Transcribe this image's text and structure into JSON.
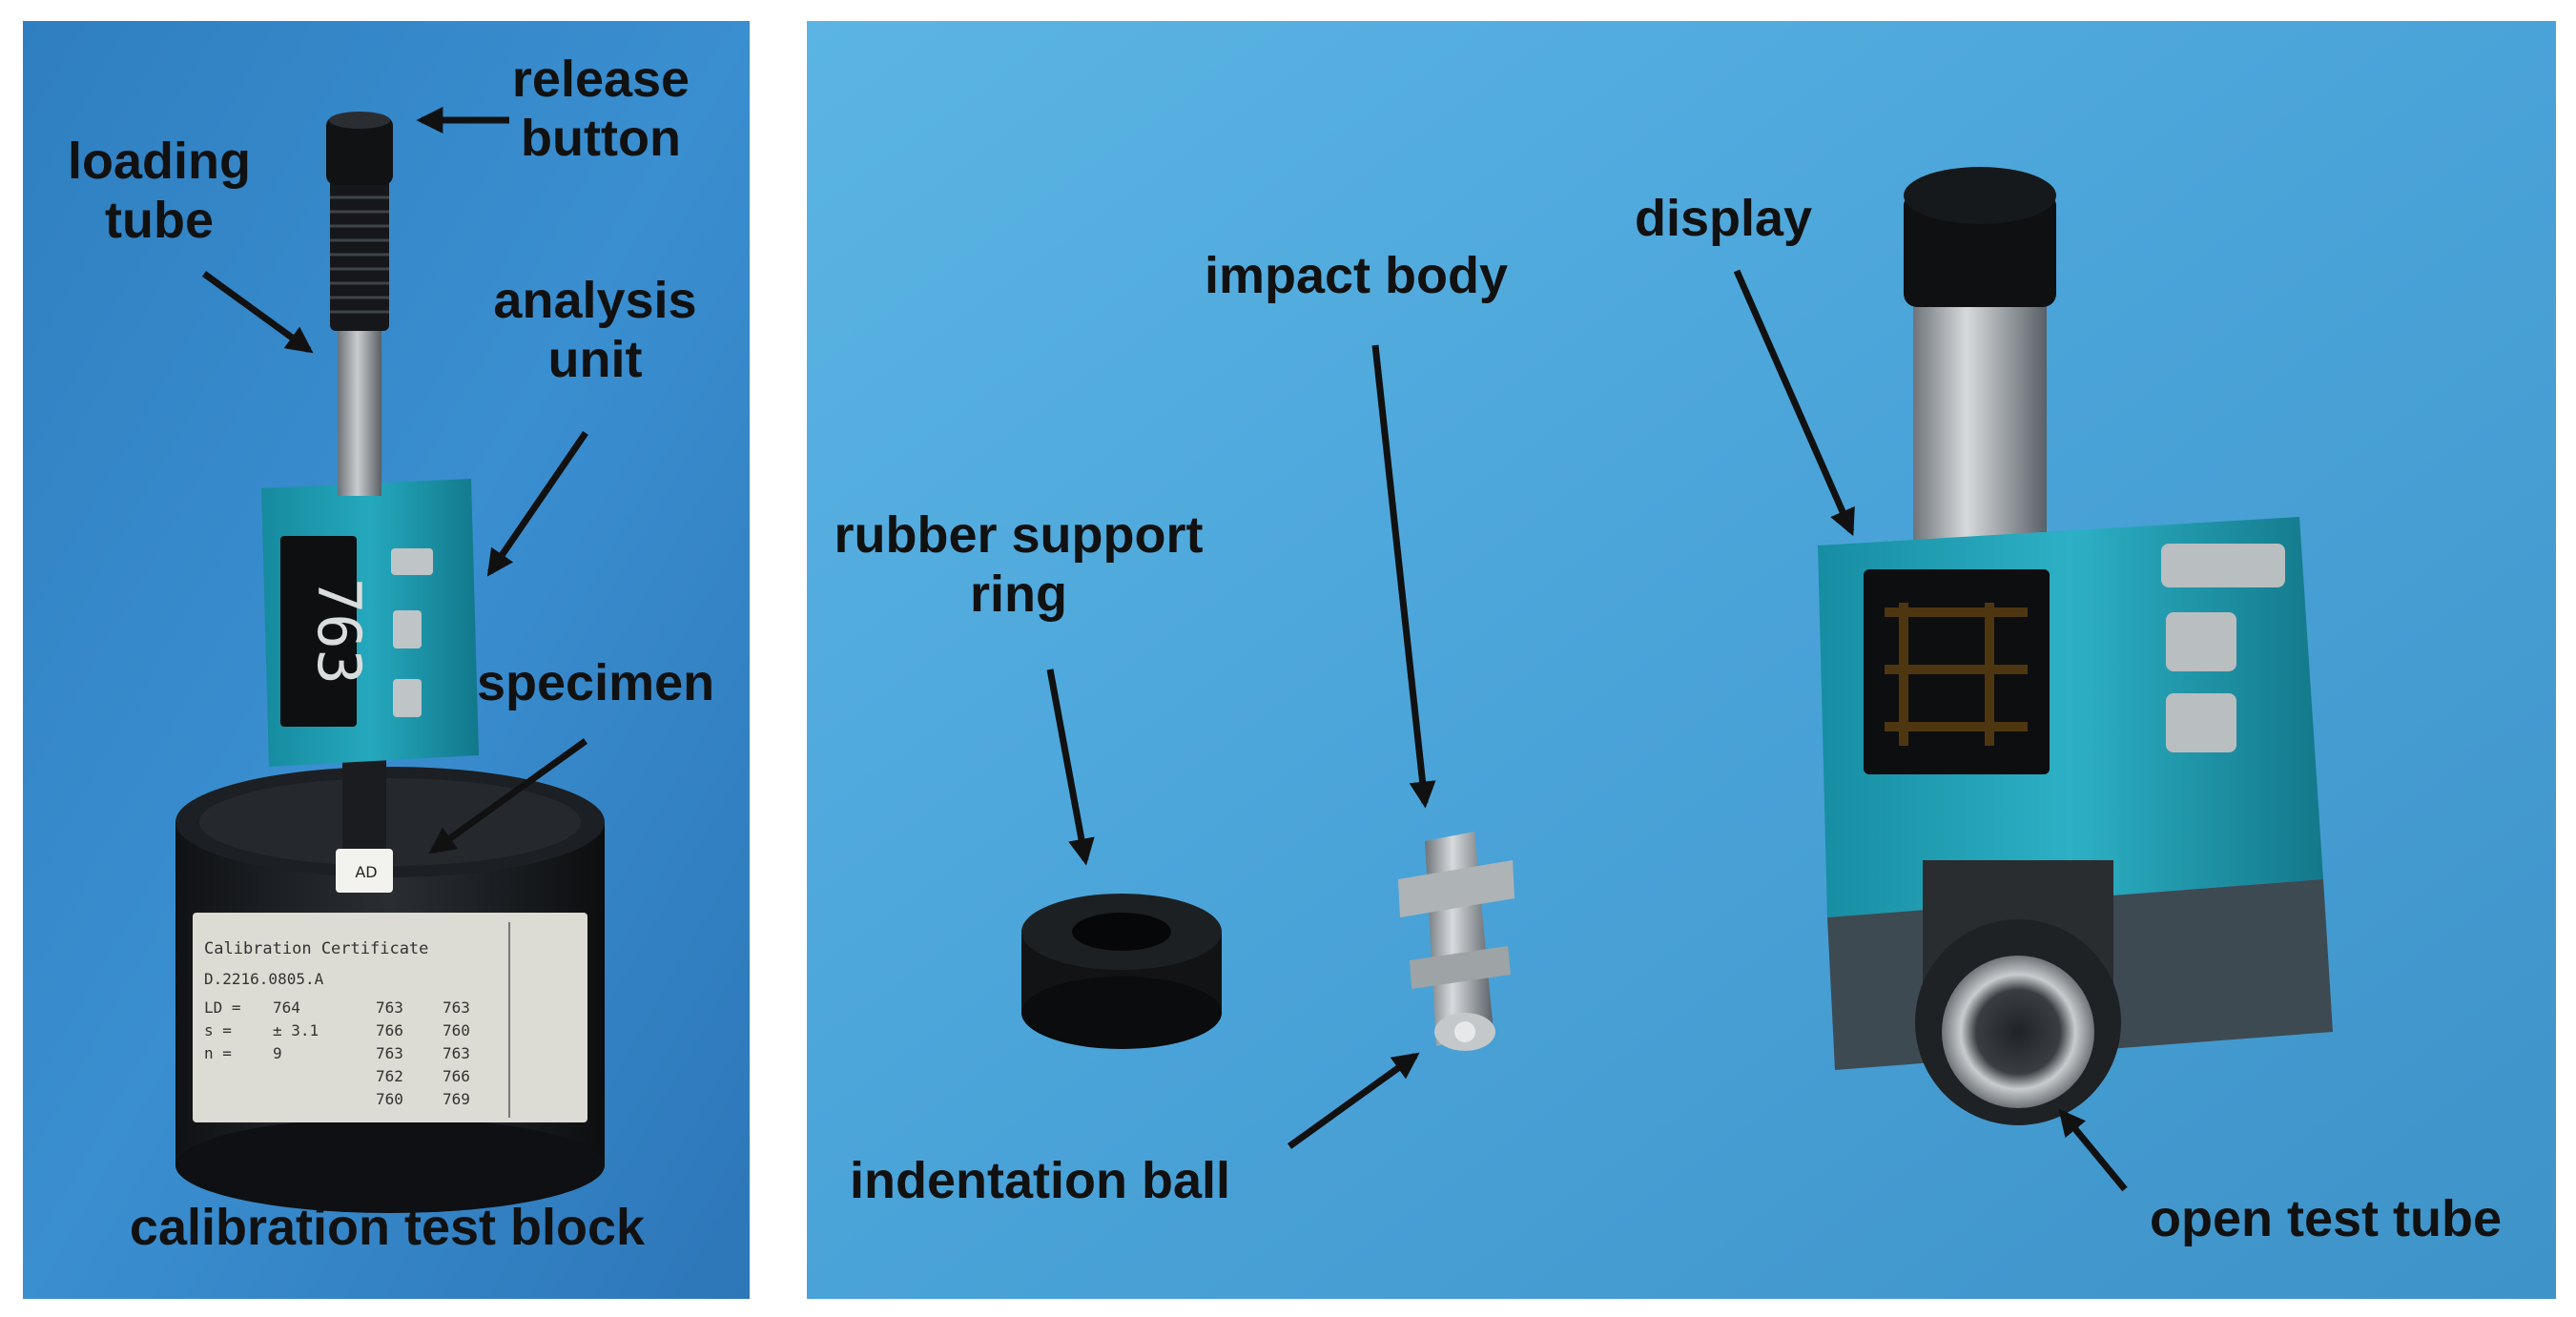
{
  "left_photo": {
    "labels": {
      "release_button": [
        "release",
        "button"
      ],
      "loading_tube": [
        "loading",
        "tube"
      ],
      "analysis_unit": [
        "analysis",
        "unit"
      ],
      "specimen": "specimen",
      "calibration_block": "calibration test block"
    },
    "display_reading": "763",
    "certificate": {
      "heading": "Calibration  Certificate",
      "serial": "D.2216.0805.A",
      "rows": [
        {
          "key": "LD =",
          "val": "764",
          "a": "763",
          "b": "763"
        },
        {
          "key": "s  =",
          "val": "± 3.1",
          "a": "766",
          "b": "760"
        },
        {
          "key": "n  =",
          "val": "9",
          "a": "763",
          "b": "763"
        },
        {
          "key": "",
          "val": "",
          "a": "762",
          "b": "766"
        },
        {
          "key": "",
          "val": "",
          "a": "760",
          "b": "769"
        }
      ]
    }
  },
  "right_photo": {
    "labels": {
      "display": "display",
      "impact_body": "impact body",
      "rubber_support_ring": [
        "rubber support",
        "ring"
      ],
      "indentation_ball": "indentation ball",
      "open_test_tube": "open test tube"
    }
  },
  "colors": {
    "background_blue": "#52a9da",
    "device_teal": "#1e9db3",
    "arrow": "#111111"
  }
}
